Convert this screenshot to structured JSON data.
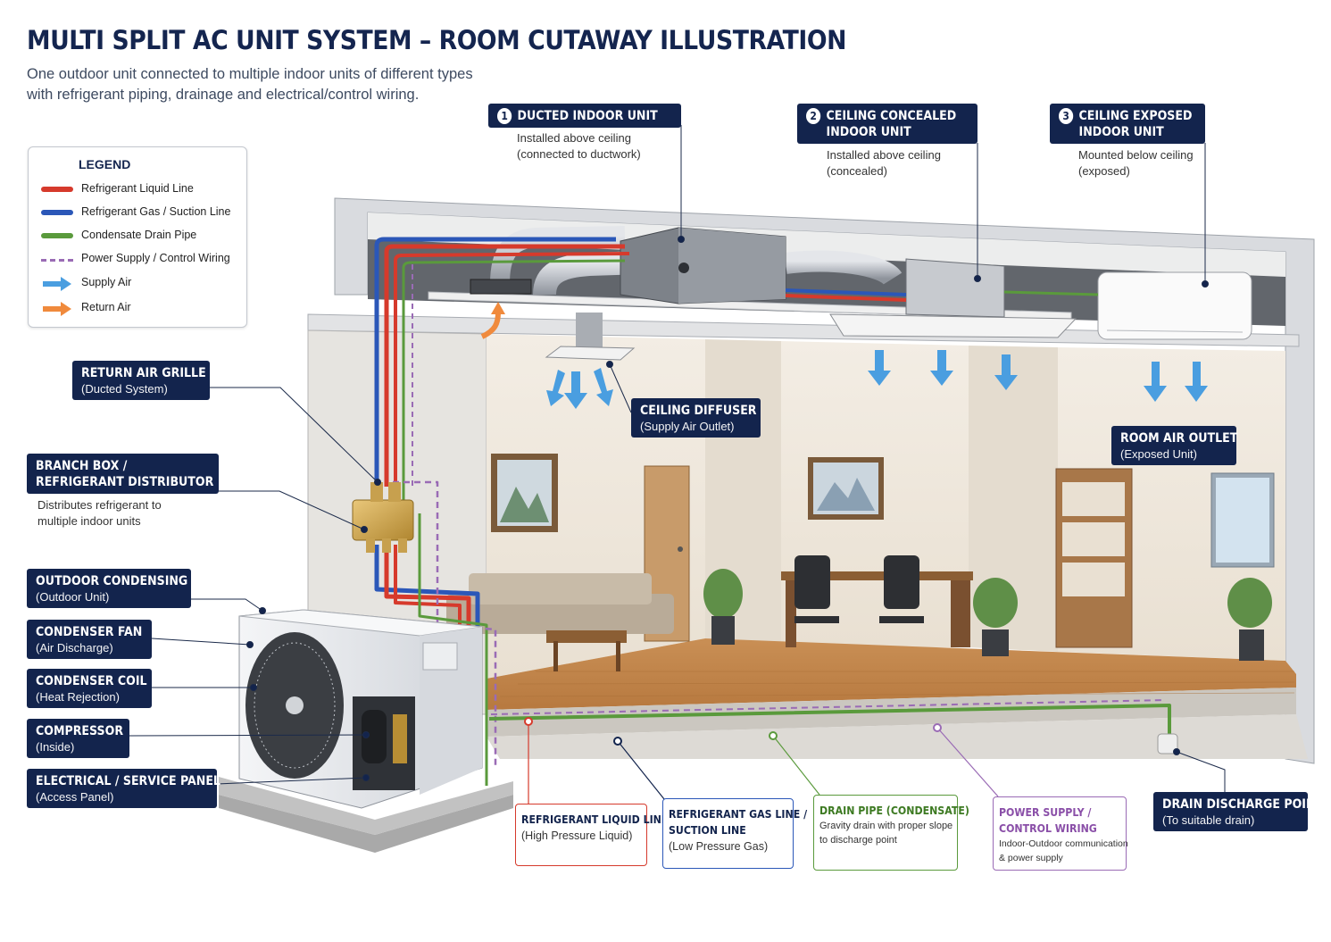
{
  "title": "MULTI SPLIT AC UNIT SYSTEM – ROOM CUTAWAY ILLUSTRATION",
  "subtitle": [
    "One outdoor unit connected to multiple indoor units of different types",
    "with refrigerant piping, drainage and electrical/control wiring."
  ],
  "legend": {
    "title": "LEGEND",
    "items": [
      {
        "label": "Refrigerant Liquid Line",
        "color": "#d63a2c",
        "style": "solid"
      },
      {
        "label": "Refrigerant Gas / Suction Line",
        "color": "#2b57b8",
        "style": "solid"
      },
      {
        "label": "Condensate Drain Pipe",
        "color": "#5a9a3c",
        "style": "solid"
      },
      {
        "label": "Power Supply / Control Wiring",
        "color": "#9a6bb5",
        "style": "dashed"
      },
      {
        "label": "Supply Air",
        "color": "#4a9ee0",
        "style": "arrow"
      },
      {
        "label": "Return Air",
        "color": "#f08a3c",
        "style": "arrow"
      }
    ]
  },
  "indoor_units": [
    {
      "num": "1",
      "title": [
        "DUCTED INDOOR UNIT"
      ],
      "note": [
        "Installed above ceiling",
        "(connected to ductwork)"
      ]
    },
    {
      "num": "2",
      "title": [
        "CEILING CONCEALED",
        "INDOOR UNIT"
      ],
      "note": [
        "Installed above ceiling",
        "(concealed)"
      ]
    },
    {
      "num": "3",
      "title": [
        "CEILING EXPOSED",
        "INDOOR UNIT"
      ],
      "note": [
        "Mounted below ceiling",
        "(exposed)"
      ]
    }
  ],
  "callouts": {
    "return_grille": {
      "title": "RETURN AIR GRILLE",
      "sub": "(Ducted System)"
    },
    "branch_box": {
      "title": [
        "BRANCH BOX /",
        "REFRIGERANT DISTRIBUTOR"
      ],
      "note": [
        "Distributes refrigerant to",
        "multiple indoor units"
      ]
    },
    "outdoor_unit": {
      "title": "OUTDOOR CONDENSING UNIT",
      "sub": "(Outdoor Unit)"
    },
    "condenser_fan": {
      "title": "CONDENSER FAN",
      "sub": "(Air Discharge)"
    },
    "condenser_coil": {
      "title": "CONDENSER COIL",
      "sub": "(Heat Rejection)"
    },
    "compressor": {
      "title": "COMPRESSOR",
      "sub": "(Inside)"
    },
    "service_panel": {
      "title": "ELECTRICAL / SERVICE PANEL",
      "sub": "(Access Panel)"
    },
    "ceiling_diffuser": {
      "title": "CEILING DIFFUSER",
      "sub": "(Supply Air Outlet)"
    },
    "room_outlet": {
      "title": "ROOM AIR OUTLET",
      "sub": "(Exposed Unit)"
    },
    "drain_point": {
      "title": "DRAIN DISCHARGE POINT",
      "sub": "(To suitable drain)"
    }
  },
  "bottom_boxes": [
    {
      "key": "liquid",
      "title": [
        "REFRIGERANT LIQUID LINE"
      ],
      "sub": [
        "(High Pressure Liquid)"
      ],
      "color": "#d63a2c"
    },
    {
      "key": "gas",
      "title": [
        "REFRIGERANT GAS LINE /",
        "SUCTION LINE"
      ],
      "sub": [
        "(Low Pressure Gas)"
      ],
      "color": "#2b57b8"
    },
    {
      "key": "drain",
      "title": [
        "DRAIN PIPE (CONDENSATE)"
      ],
      "sub": [
        "Gravity drain with proper slope",
        "to discharge point"
      ],
      "color": "#5a9a3c"
    },
    {
      "key": "power",
      "title": [
        "POWER SUPPLY /",
        "CONTROL WIRING"
      ],
      "sub": [
        "Indoor-Outdoor communication",
        "& power supply"
      ],
      "color": "#9a6bb5"
    }
  ],
  "colors": {
    "navy": "#13244d",
    "liquid": "#d63a2c",
    "gas": "#2b57b8",
    "drain": "#5a9a3c",
    "wiring": "#9a6bb5",
    "supply_air": "#4a9ee0",
    "return_air": "#f08a3c"
  }
}
